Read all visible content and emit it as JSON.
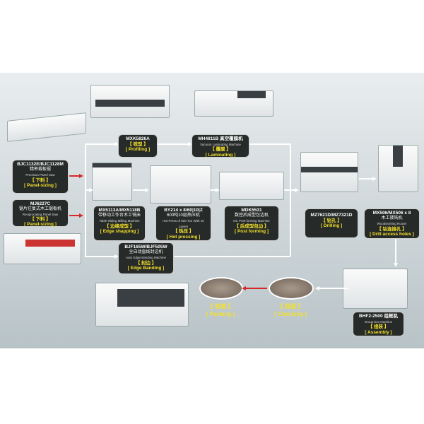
{
  "machines": [
    {
      "model": "BJC1132E/BJC1128M",
      "cn": "精密裁板锯",
      "en": "Precision Panel Saw",
      "step_cn": "【 下料 】",
      "step": "[ Panel-sizing ]"
    },
    {
      "model": "MJ6227C",
      "cn": "锯片往复式木工锯板机",
      "en": "Reciprocating Panel Saw",
      "step_cn": "【 下料 】",
      "step": "[ Panel-sizing ]"
    },
    {
      "model": "MXK5826A",
      "step_cn": "【 铣型 】",
      "step": "[ Profiling ]"
    },
    {
      "model": "MH4811B 真空覆膜机",
      "en": "Vacuum Laminating Machine",
      "step_cn": "【 覆膜 】",
      "step": "[ Laminating ]"
    },
    {
      "model": "MX5113A/MX5118B",
      "cn": "带移动工作台木工铣床",
      "en": "Table-sliding Milling Machine",
      "step_cn": "【 边缘成型 】",
      "step": "[ Edge shapping ]"
    },
    {
      "model": "BY214 x 8/60|10|Z",
      "cn": "600吨10层热压机",
      "en": "Hot Press of 600 Ton With 10 Layers",
      "step_cn": "【 热压 】",
      "step": "[ Hot pressing ]"
    },
    {
      "model": "MDK5531",
      "cn": "数控后成型包边机",
      "en": "NC Post-forming Machine",
      "step_cn": "【 后成型包边 】",
      "step": "[ Post forming ]"
    },
    {
      "model": "BJF165W/BJF505W",
      "cn": "全自动直线封边机",
      "en": "Auto Edge Banding Machine",
      "step_cn": "【 封边 】",
      "step": "[ Edge Banding ]"
    },
    {
      "model": "MZ7621D/MZ7321D",
      "step_cn": "【 钻孔 】",
      "step": "[ Drilling ]"
    },
    {
      "model": "MX506/MX506 x 8",
      "cn": "木工镂铣机",
      "en": "Woodworking Router",
      "step_cn": "【 钻连接孔 】",
      "step": "[ Drill access holes ]"
    },
    {
      "model": "BHF2-2500 组框机",
      "en": "Group box machine",
      "step_cn": "【 组装 】",
      "step": "[ Assembly ]"
    }
  ],
  "packing": {
    "cn": "【 包装 】",
    "en": "[ Packing ]"
  },
  "checking": {
    "cn": "【 检验 】",
    "en": "[ Checking ]"
  }
}
